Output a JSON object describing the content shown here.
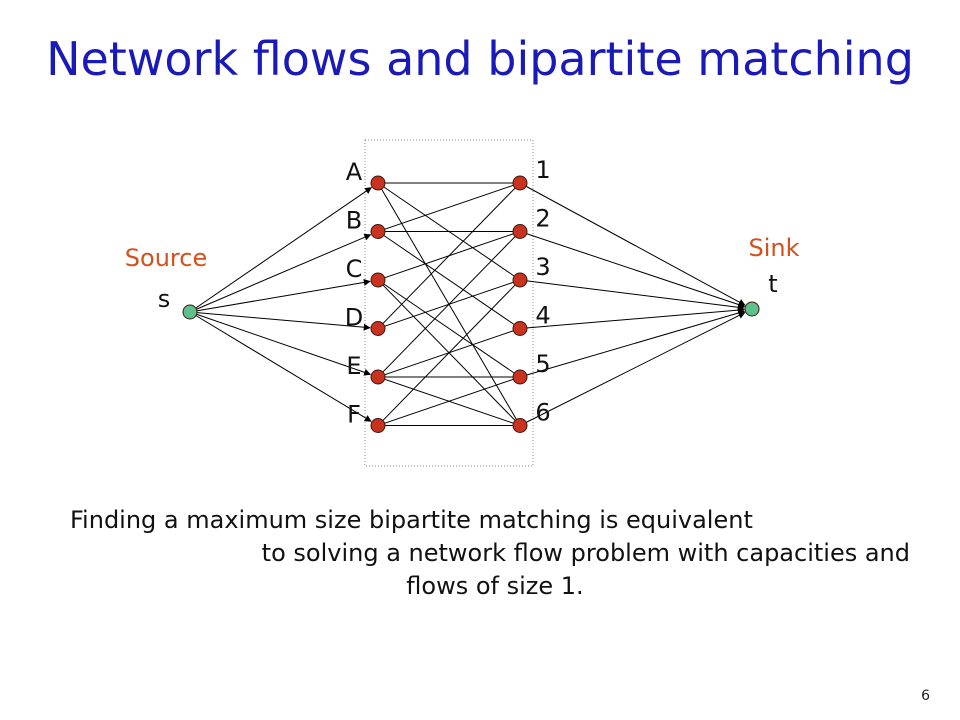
{
  "title": "Network flows and bipartite matching",
  "source": {
    "label": "Source",
    "node_label": "s"
  },
  "sink": {
    "label": "Sink",
    "node_label": "t"
  },
  "left_nodes": [
    "A",
    "B",
    "C",
    "D",
    "E",
    "F"
  ],
  "right_nodes": [
    "1",
    "2",
    "3",
    "4",
    "5",
    "6"
  ],
  "bipartite_edges": [
    [
      "A",
      "1"
    ],
    [
      "A",
      "3"
    ],
    [
      "A",
      "6"
    ],
    [
      "B",
      "1"
    ],
    [
      "B",
      "2"
    ],
    [
      "B",
      "4"
    ],
    [
      "C",
      "2"
    ],
    [
      "C",
      "5"
    ],
    [
      "C",
      "6"
    ],
    [
      "D",
      "1"
    ],
    [
      "D",
      "3"
    ],
    [
      "E",
      "2"
    ],
    [
      "E",
      "4"
    ],
    [
      "E",
      "5"
    ],
    [
      "E",
      "6"
    ],
    [
      "F",
      "3"
    ],
    [
      "F",
      "5"
    ],
    [
      "F",
      "6"
    ]
  ],
  "caption": {
    "line1": "Finding a maximum size bipartite matching is equivalent",
    "line2": "to solving a network flow problem with capacities and",
    "line3": "flows of size 1."
  },
  "page_number": "6",
  "colors": {
    "title": "#1a1ab8",
    "terminal_label": "#d4501c",
    "bipartite_node": "#c8321e",
    "terminal_node": "#5ec08a",
    "edge": "#000000"
  }
}
